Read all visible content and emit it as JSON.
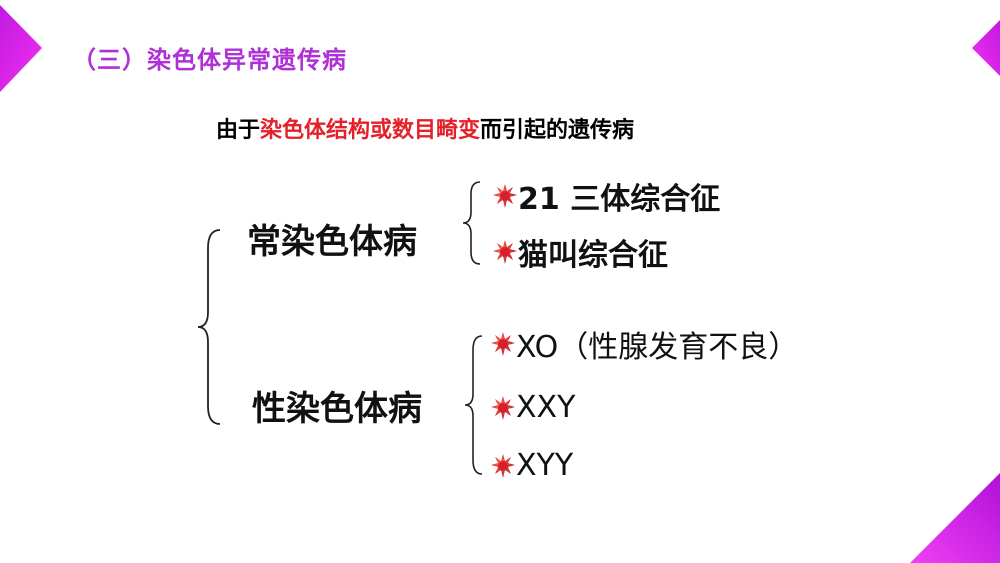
{
  "title": "（三）染色体异常遗传病",
  "subtitle": {
    "prefix": "由于",
    "highlight": "染色体结构或数目畸变",
    "suffix": "而引起的遗传病"
  },
  "autosomal": {
    "label": "常染色体病",
    "items": [
      "21 三体综合征",
      "猫叫综合征"
    ]
  },
  "sex_chromosome": {
    "label": "性染色体病",
    "items": [
      "XO（性腺发育不良）",
      "XXY",
      "XYY"
    ]
  },
  "colors": {
    "title": "#b030d8",
    "highlight": "#e4202a",
    "bullet": "#c4161c",
    "corner": "#d21ee6"
  }
}
